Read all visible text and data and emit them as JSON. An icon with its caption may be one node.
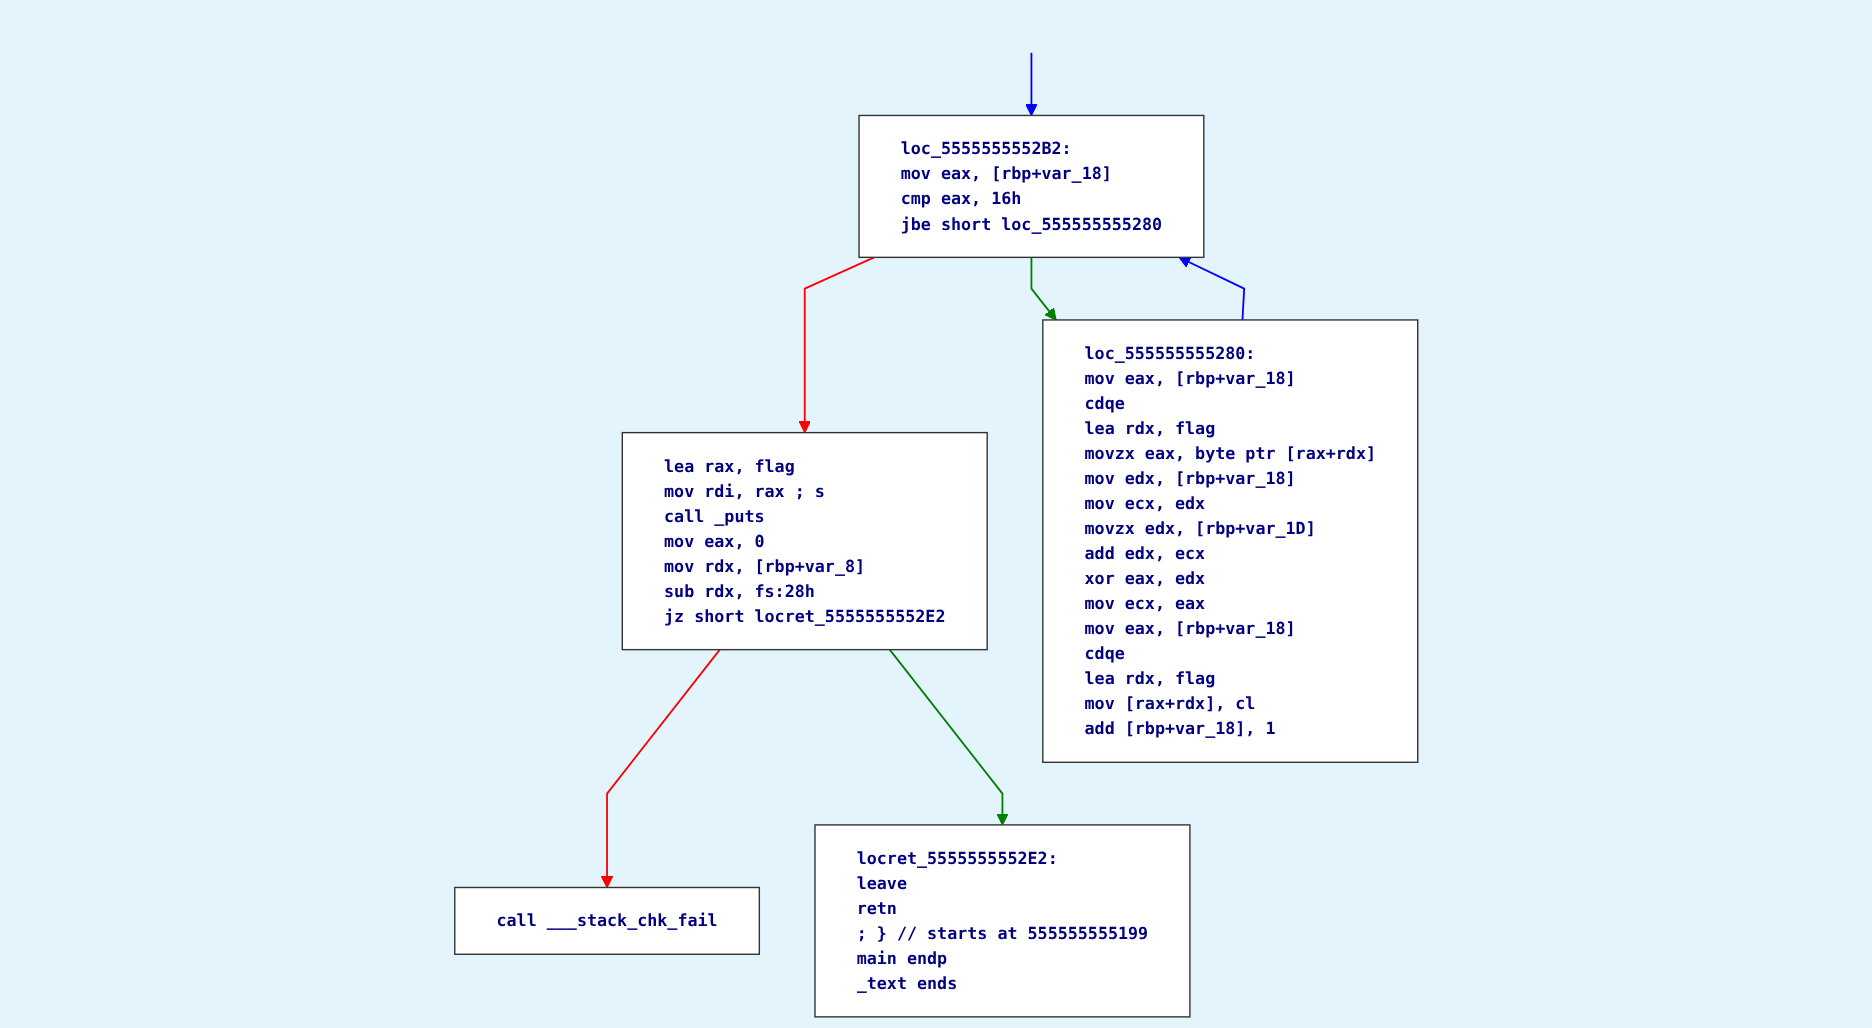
{
  "diagram": {
    "nodes": [
      {
        "text": [
          "loc_5555555552B2:",
          "mov eax, [rbp+var_18]",
          "cmp eax, 16h",
          "jbe short loc_555555555280"
        ]
      },
      {
        "text": [
          "lea rax, flag",
          "mov rdi, rax ; s",
          "call _puts",
          "mov eax, 0",
          "mov rdx, [rbp+var_8]",
          "sub rdx, fs:28h",
          "jz short locret_5555555552E2"
        ]
      },
      {
        "text": [
          "loc_555555555280:",
          "mov eax, [rbp+var_18]",
          "cdqe",
          "lea rdx, flag",
          "movzx eax, byte ptr [rax+rdx]",
          "mov edx, [rbp+var_18]",
          "mov ecx, edx",
          "movzx edx, [rbp+var_1D]",
          "add edx, ecx",
          "xor eax, edx",
          "mov ecx, eax",
          "mov eax, [rbp+var_18]",
          "cdqe",
          "lea rdx, flag",
          "mov [rax+rdx], cl",
          "add [rbp+var_18], 1"
        ]
      },
      {
        "text": [
          "call ___stack_chk_fail"
        ]
      },
      {
        "text": [
          "locret_5555555552E2:",
          "leave",
          "retn",
          "; } // starts at 555555555199",
          "main endp",
          "_text ends"
        ]
      }
    ],
    "edges": [
      {
        "from": null,
        "to": 0,
        "arrow": "to",
        "color": "#0000ff"
      },
      {
        "from": 2,
        "to": 0,
        "arrow": "to",
        "color": "#0000ff"
      },
      {
        "from": 0,
        "to": 1,
        "arrow": "to",
        "color": "#ff0000"
      },
      {
        "from": 0,
        "to": 2,
        "arrow": "to",
        "color": "#008000"
      },
      {
        "from": 1,
        "to": 3,
        "arrow": "to",
        "color": "#ff0000"
      },
      {
        "from": 1,
        "to": 4,
        "arrow": "to",
        "color": "#008000"
      }
    ]
  }
}
